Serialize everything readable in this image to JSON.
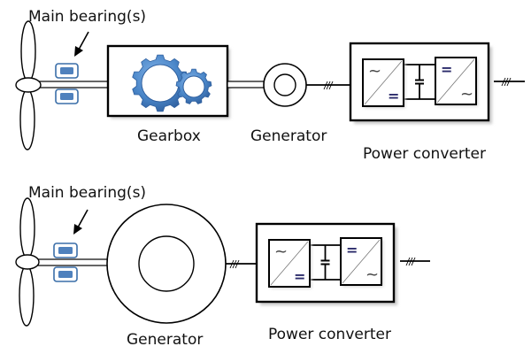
{
  "colors": {
    "stroke": "#000000",
    "gear_fill": "#4a86c8",
    "gear_dark": "#2f5f9e",
    "bearing_fill": "#4f81bd",
    "bearing_border": "#3a6ea8",
    "shadow": "#c8c8c8",
    "dc_symbol": "#2b2b6b"
  },
  "diagrams": [
    {
      "id": "geared",
      "labels": {
        "bearing": "Main bearing(s)",
        "gearbox": "Gearbox",
        "generator": "Generator",
        "converter": "Power converter"
      },
      "symbols": {
        "ac": "~",
        "dc": "="
      }
    },
    {
      "id": "direct-drive",
      "labels": {
        "bearing": "Main bearing(s)",
        "generator": "Generator",
        "converter": "Power converter"
      },
      "symbols": {
        "ac": "~",
        "dc": "="
      }
    }
  ]
}
